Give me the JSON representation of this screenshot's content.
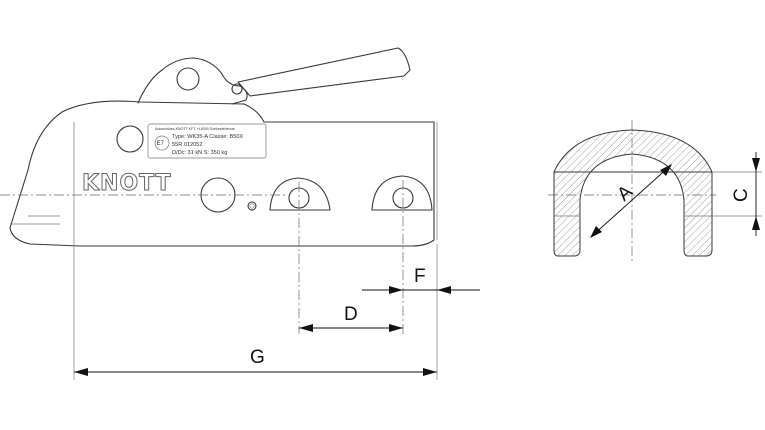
{
  "brand": "KNOTT",
  "approval_mark": "E7",
  "nameplate": {
    "header": "Autoschluss-KNOTT KFT, H-8000 Székesfehérvár",
    "type_line": "Type: WK35-A   Classe: B50X",
    "approval_number": "55R 012052",
    "ratings": "D/Dc: 31 kN  S: 350 kg"
  },
  "dimensions": {
    "A": "A",
    "C": "C",
    "D": "D",
    "F": "F",
    "G": "G"
  }
}
